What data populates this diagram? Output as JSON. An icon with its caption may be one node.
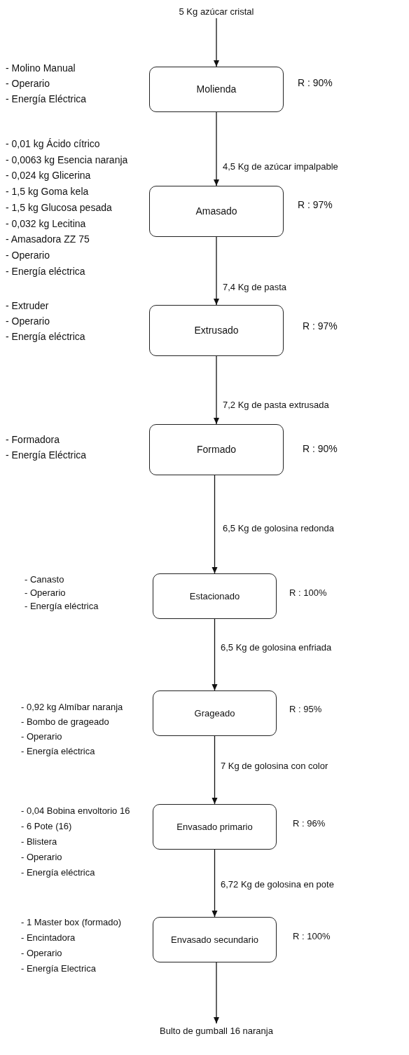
{
  "diagram": {
    "nodes": [
      {
        "text": [
          "5 Kg azúcar cristal"
        ]
      },
      {
        "text": [
          "Molienda"
        ],
        "beside": [
          "- Molino  Manual",
          "- Operario",
          "- Energía Eléctrica",
          "R : 90%"
        ]
      },
      {
        "text": [
          "Amasado"
        ],
        "beside": [
          "- 0,01 kg Ácido cítrico",
          "- 0,0063 kg Esencia naranja",
          "- 0,024 kg Glicerina",
          "- 1,5 kg Goma kela",
          "- 1,5 kg Glucosa pesada",
          "- 0,032 kg Lecitina",
          "- Amasadora ZZ 75",
          "- Operario",
          "- Energía eléctrica",
          "R : 97%"
        ]
      },
      {
        "text": [
          "Extrusado"
        ],
        "beside": [
          "- Extruder",
          "- Operario",
          "- Energía eléctrica",
          "R : 97%"
        ]
      },
      {
        "text": [
          "Formado"
        ],
        "beside": [
          "- Formadora",
          "- Energía Eléctrica",
          "R : 90%"
        ]
      },
      {
        "text": [
          "Estacionado"
        ],
        "beside": [
          "- Canasto",
          "- Operario",
          "- Energía eléctrica",
          "R : 100%"
        ]
      },
      {
        "text": [
          "Grageado"
        ],
        "beside": [
          "- 0,92 kg Almíbar naranja",
          "- Bombo de grageado",
          "- Operario",
          "- Energía eléctrica",
          "R : 95%"
        ]
      },
      {
        "text": [
          "Envasado primario"
        ],
        "beside": [
          "- 0,04 Bobina envoltorio 16",
          "- 6 Pote (16)",
          "- Blistera",
          "- Operario",
          "- Energía eléctrica",
          "R : 96%"
        ]
      },
      {
        "text": [
          "Envasado secundario"
        ],
        "beside": [
          "- 1 Master box (formado)",
          "- Encintadora",
          "- Operario",
          "- Energía Electrica",
          "R : 100%"
        ]
      },
      {
        "text": [
          "Bulto de gumball 16 naranja"
        ]
      }
    ],
    "edges": [
      {
        "from": 0,
        "to": 1,
        "arrow": "to"
      },
      {
        "from": 1,
        "to": 2,
        "arrow": "to",
        "label": "4,5 Kg de azúcar impalpable"
      },
      {
        "from": 2,
        "to": 3,
        "arrow": "to",
        "label": "7,4 Kg de pasta"
      },
      {
        "from": 3,
        "to": 4,
        "arrow": "to",
        "label": "7,2 Kg de pasta extrusada"
      },
      {
        "from": 4,
        "to": 5,
        "arrow": "to",
        "label": "6,5 Kg de golosina redonda"
      },
      {
        "from": 5,
        "to": 6,
        "arrow": "to",
        "label": "6,5 Kg de golosina enfriada"
      },
      {
        "from": 6,
        "to": 7,
        "arrow": "to",
        "label": "7 Kg de golosina con color"
      },
      {
        "from": 7,
        "to": 8,
        "arrow": "to",
        "label": "6,72 Kg de golosina en pote"
      },
      {
        "from": 8,
        "to": 9,
        "arrow": "to"
      }
    ]
  }
}
